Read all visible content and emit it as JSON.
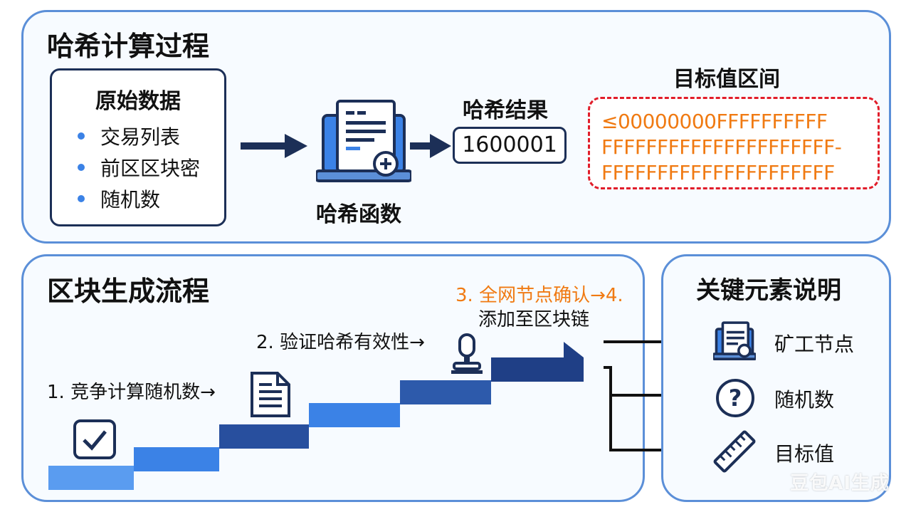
{
  "hash_process": {
    "title": "哈希计算过程",
    "raw_data": {
      "title": "原始数据",
      "items": [
        "交易列表",
        "前区区块密",
        "随机数"
      ]
    },
    "hash_function_label": "哈希函数",
    "hash_result": {
      "label": "哈希结果",
      "value": "1600001"
    },
    "target_range": {
      "label": "目标值区间",
      "lines": [
        "≤00000000FFFFFFFFFF",
        "FFFFFFFFFFFFFFFFFFFFF-",
        "FFFFFFFFFFFFFFFFFFFFF"
      ]
    }
  },
  "block_flow": {
    "title": "区块生成流程",
    "steps": [
      "1. 竞争计算随机数→",
      "2. 验证哈希有效性→",
      "3. 全网节点确认→4.",
      "添加至区块链"
    ]
  },
  "legend": {
    "title": "关键元素说明",
    "items": [
      {
        "icon": "miner-node-icon",
        "label": "矿工节点"
      },
      {
        "icon": "question-icon",
        "label": "随机数"
      },
      {
        "icon": "ruler-icon",
        "label": "目标值"
      }
    ]
  },
  "watermark": "豆包AI生成",
  "colors": {
    "panel_border": "#5b8fd8",
    "dark_navy": "#1c2f57",
    "orange": "#f07a12",
    "red_dashed": "#e11d2a",
    "blue": "#3b82e6"
  }
}
